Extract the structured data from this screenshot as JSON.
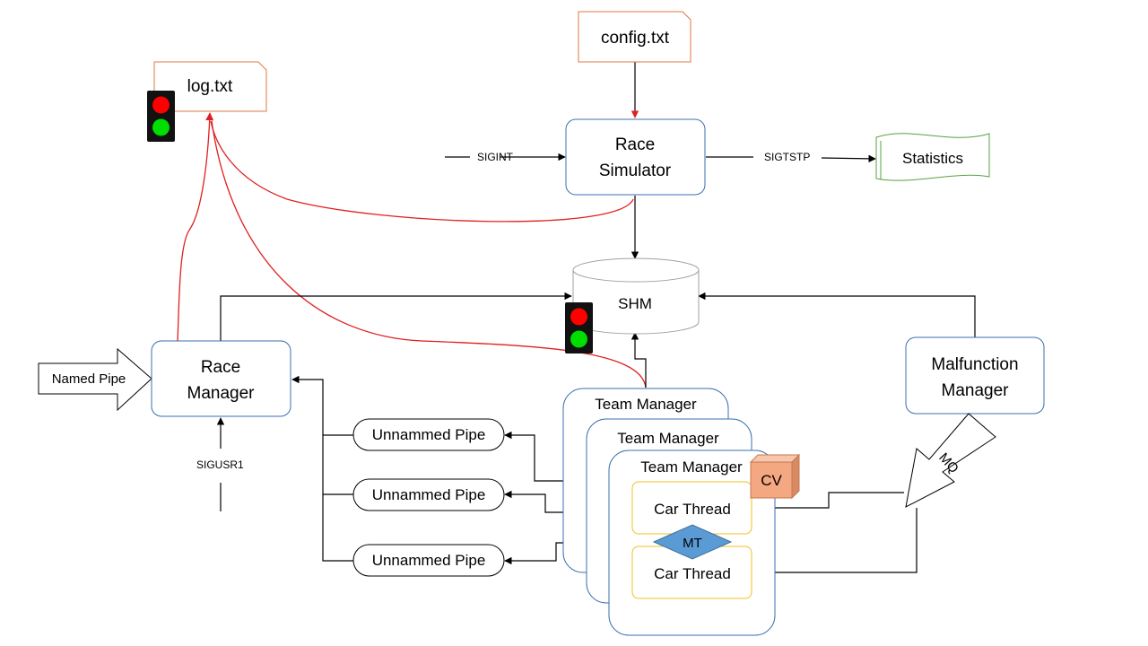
{
  "nodes": {
    "config": "config.txt",
    "log": "log.txt",
    "statistics": "Statistics",
    "race_simulator": {
      "line1": "Race",
      "line2": "Simulator"
    },
    "shm": "SHM",
    "race_manager": {
      "line1": "Race",
      "line2": "Manager"
    },
    "malfunction_manager": {
      "line1": "Malfunction",
      "line2": "Manager"
    },
    "named_pipe": "Named Pipe",
    "unnamed_pipe_1": "Unnammed Pipe",
    "unnamed_pipe_2": "Unnammed Pipe",
    "unnamed_pipe_3": "Unnammed Pipe",
    "team_manager_1": "Team Manager",
    "team_manager_2": "Team Manager",
    "team_manager_3": "Team Manager",
    "car_thread_1": "Car Thread",
    "car_thread_2": "Car Thread",
    "cv": "CV",
    "mt": "MT",
    "mq": "MQ"
  },
  "signals": {
    "sigint": "SIGINT",
    "sigtstp": "SIGTSTP",
    "sigusr1": "SIGUSR1"
  },
  "colors": {
    "file_border": "#e07a40",
    "box_border": "#3a6fb0",
    "statistics_border": "#5aa040",
    "car_border": "#f0c020",
    "log_line": "#e02020",
    "cv_fill": "#f4a882",
    "mt_fill": "#5b9bd5",
    "light_red": "#ff0000",
    "light_green": "#00dd00"
  }
}
